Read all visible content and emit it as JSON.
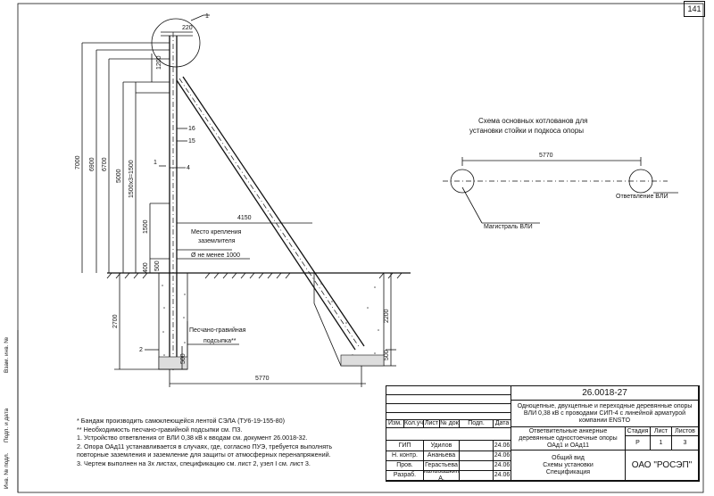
{
  "sheet_number": "141",
  "dimensions": {
    "d220": "220",
    "d1200": "1200",
    "d7000": "7000",
    "d6900": "6900",
    "d6700": "6700",
    "d5000": "5000",
    "d1500x3": "1500х3=1500",
    "d1500": "1500",
    "d400": "400",
    "d500a": "500",
    "d2700": "2700",
    "d500b": "500",
    "d4150": "4150",
    "d5770": "5770",
    "d2200": "2200",
    "d500c": "500",
    "d5770_scheme": "5770"
  },
  "callouts": {
    "c1": "1",
    "c16": "16",
    "c15": "15",
    "c1b": "1",
    "c4": "4",
    "c2": "2"
  },
  "labels": {
    "grounding": "Место крепления\nзаземлителя",
    "diameter": "Ø не менее 1000",
    "sand": "Песчано-гравийная\nподсыпка**",
    "scheme_title": "Схема основных котлованов для\nустановки стойки и подкоса опоры",
    "branch": "Ответвление ВЛИ",
    "main": "Магистраль ВЛИ"
  },
  "notes": [
    "* Бандаж производить самоклеющейся лентой СЭЛА (ТУ6-19-155-80)",
    "** Необходимость песчано-гравийной подсыпки см. ПЗ.",
    "1. Устройство ответвления от ВЛИ 0,38 кВ к вводам см. документ 26.0018-32.",
    "2. Опора ОАд11 устанавливается в случаях, где, согласно ПУЭ, требуется выполнять",
    "повторные заземления и заземление для защиты от атмосферных перенапряжений.",
    "3. Чертеж выполнен на 3х листах, спецификацию см. лист 2, узел I см. лист 3."
  ],
  "stamp": {
    "doc_code": "26.0018-27",
    "title": "Одноцепные, двухцепные и переходные деревянные опоры ВЛИ 0,38 кВ с проводами СИП-4 с линейной арматурой компании ENSTO",
    "subtitle": "Ответвительные анкерные деревянные одностоечные опоры ОАд1 и ОАд11",
    "sheet_desc": "Общий вид\nСхемы установки\nСпецификация",
    "org": "ОАО \"РОСЭП\"",
    "head_cols": [
      "Изм.",
      "Кол.уч",
      "Лист",
      "№ док",
      "Подп.",
      "Дата"
    ],
    "stage_head": "Стадия",
    "sheet_head": "Лист",
    "sheets_head": "Листов",
    "stage": "Р",
    "sheet": "1",
    "sheets": "3",
    "rows": [
      {
        "role": "ГИП",
        "name": "Удилов",
        "date": "24.06"
      },
      {
        "role": "Н. контр.",
        "name": "Ананьева",
        "date": "24.06"
      },
      {
        "role": "Пров.",
        "name": "Герастьева",
        "date": "24.06"
      },
      {
        "role": "Разраб.",
        "name": "Калабашкин А.",
        "date": "24.06"
      }
    ]
  },
  "side_fields": [
    "Инв. № подл.",
    "Подп. и дата",
    "Взам. инв. №"
  ]
}
